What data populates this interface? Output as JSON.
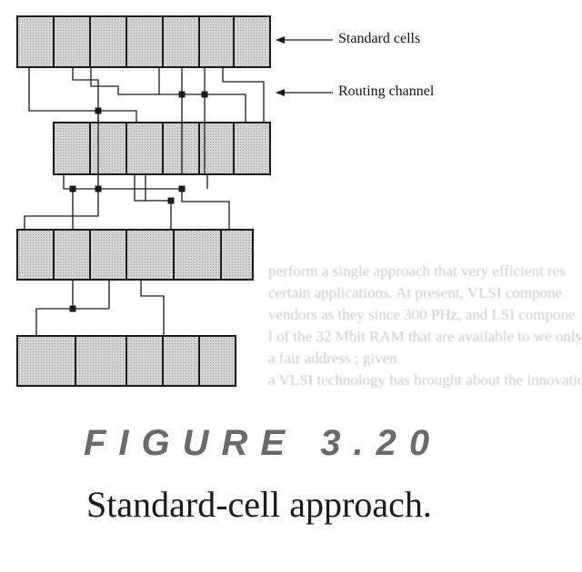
{
  "labels": {
    "standard_cells": "Standard cells",
    "routing_channel": "Routing channel"
  },
  "figure": {
    "number": "FIGURE 3.20",
    "caption": "Standard-cell approach."
  },
  "background_text": [
    "perform a single approach that very efficient res",
    "certain applications. At present, VLSI compone",
    "vendors as they since 300 PHz, and LSI compone",
    "l of the 32 Mbit RAM that are available to we only",
    "a fair address ; given",
    "a VLSI technology has brought about the innovation"
  ],
  "colors": {
    "cell_fill": "#d2d2d2",
    "stroke": "#1a1a1a",
    "figure_number": "#6a6a6a"
  }
}
